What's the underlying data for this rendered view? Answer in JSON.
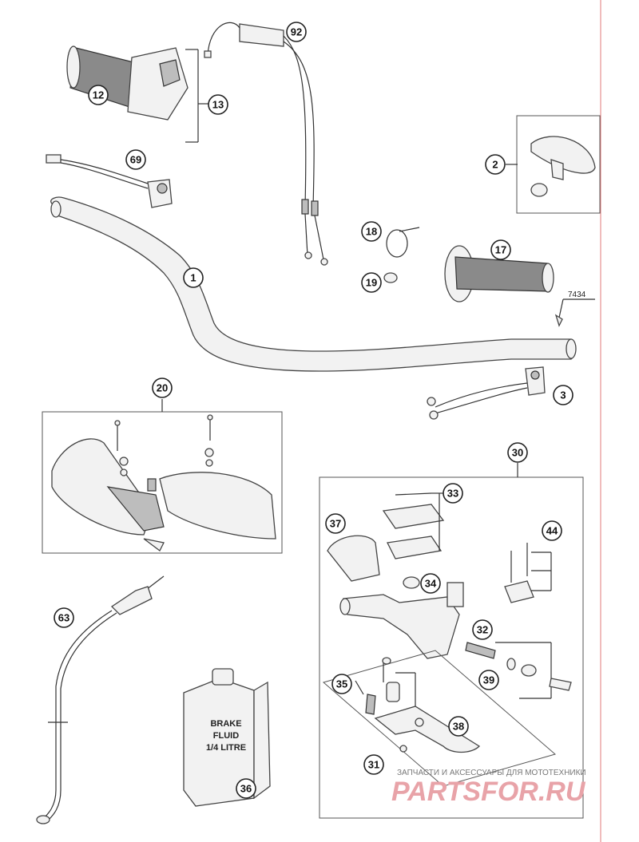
{
  "callouts": [
    {
      "id": "c92",
      "label": "92"
    },
    {
      "id": "c12",
      "label": "12"
    },
    {
      "id": "c13",
      "label": "13"
    },
    {
      "id": "c69",
      "label": "69"
    },
    {
      "id": "c2",
      "label": "2"
    },
    {
      "id": "c18",
      "label": "18"
    },
    {
      "id": "c17",
      "label": "17"
    },
    {
      "id": "c19",
      "label": "19"
    },
    {
      "id": "c1",
      "label": "1"
    },
    {
      "id": "c3",
      "label": "3"
    },
    {
      "id": "c20",
      "label": "20"
    },
    {
      "id": "c30",
      "label": "30"
    },
    {
      "id": "c33",
      "label": "33"
    },
    {
      "id": "c37",
      "label": "37"
    },
    {
      "id": "c44",
      "label": "44"
    },
    {
      "id": "c34",
      "label": "34"
    },
    {
      "id": "c32",
      "label": "32"
    },
    {
      "id": "c39",
      "label": "39"
    },
    {
      "id": "c35",
      "label": "35"
    },
    {
      "id": "c38",
      "label": "38"
    },
    {
      "id": "c31",
      "label": "31"
    },
    {
      "id": "c63",
      "label": "63"
    },
    {
      "id": "c36",
      "label": "36"
    }
  ],
  "part_code": "7434",
  "bottle": {
    "line1": "BRAKE",
    "line2": "FLUID",
    "line3": "1/4 LITRE"
  },
  "watermark": {
    "tagline": "ЗАПЧАСТИ И АКСЕССУАРЫ ДЛЯ МОТОТЕХНИКИ",
    "brand": "PARTSFOR.RU",
    "color": "#e8a3a8"
  }
}
